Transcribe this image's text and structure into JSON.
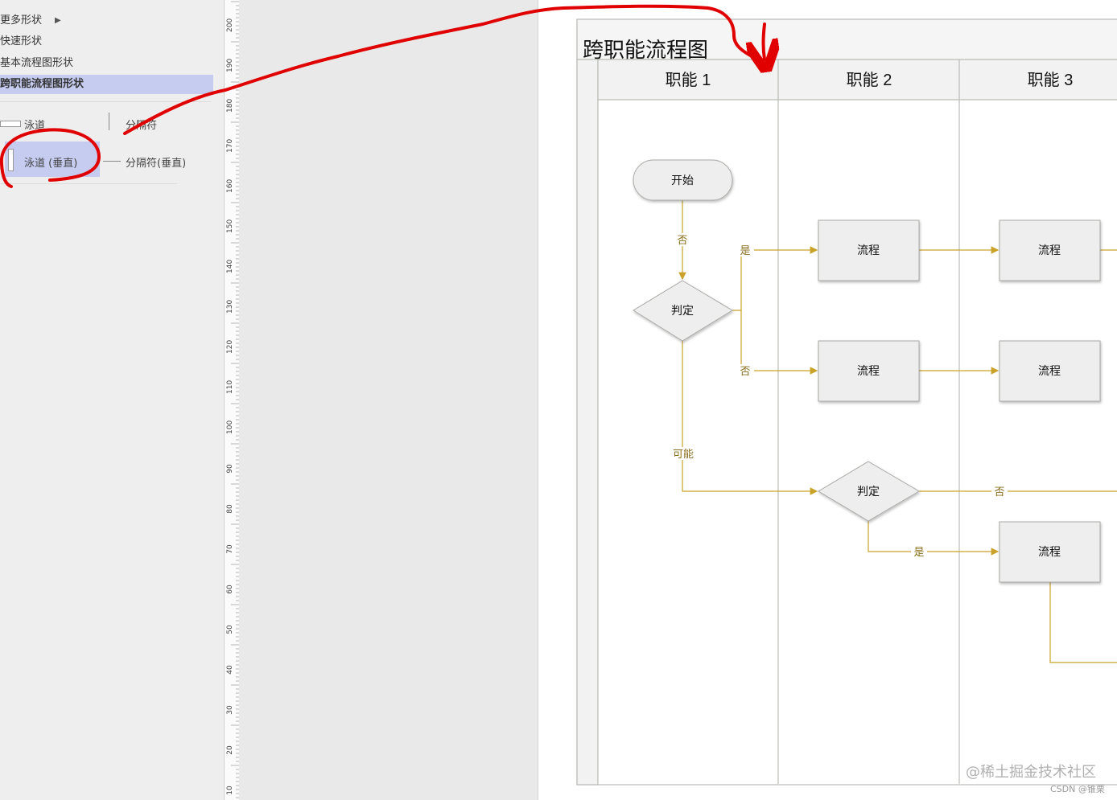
{
  "shapes_panel": {
    "categories": [
      "更多形状",
      "快速形状",
      "基本流程图形状",
      "跨职能流程图形状"
    ],
    "stencils": {
      "swimlane": "泳道",
      "separator": "分隔符",
      "swimlane_vertical": "泳道 (垂直)",
      "separator_vertical": "分隔符(垂直)"
    }
  },
  "ruler": {
    "labels": [
      "200",
      "190",
      "180",
      "170",
      "160",
      "150",
      "140",
      "130",
      "120",
      "110",
      "100",
      "90",
      "80",
      "70",
      "60",
      "50",
      "40",
      "30",
      "20",
      "10"
    ]
  },
  "diagram": {
    "title": "跨职能流程图",
    "lanes": [
      "职能 1",
      "职能 2",
      "职能 3"
    ],
    "shapes": {
      "start": "开始",
      "decision_1": "判定",
      "process_1": "流程",
      "process_2": "流程",
      "process_3": "流程",
      "process_4": "流程",
      "decision_2": "判定",
      "process_5": "流程"
    },
    "edge_labels": {
      "no_1": "否",
      "yes_1": "是",
      "no_2": "否",
      "maybe": "可能",
      "no_3": "否",
      "yes_2": "是"
    }
  },
  "watermark": {
    "main": "@稀土掘金技术社区",
    "sub": "CSDN @锥栗"
  },
  "colors": {
    "connector": "#c9a227",
    "annotation": "#e00000",
    "selection": "#c5ccf0",
    "shape_fill": "#eeeeee"
  }
}
